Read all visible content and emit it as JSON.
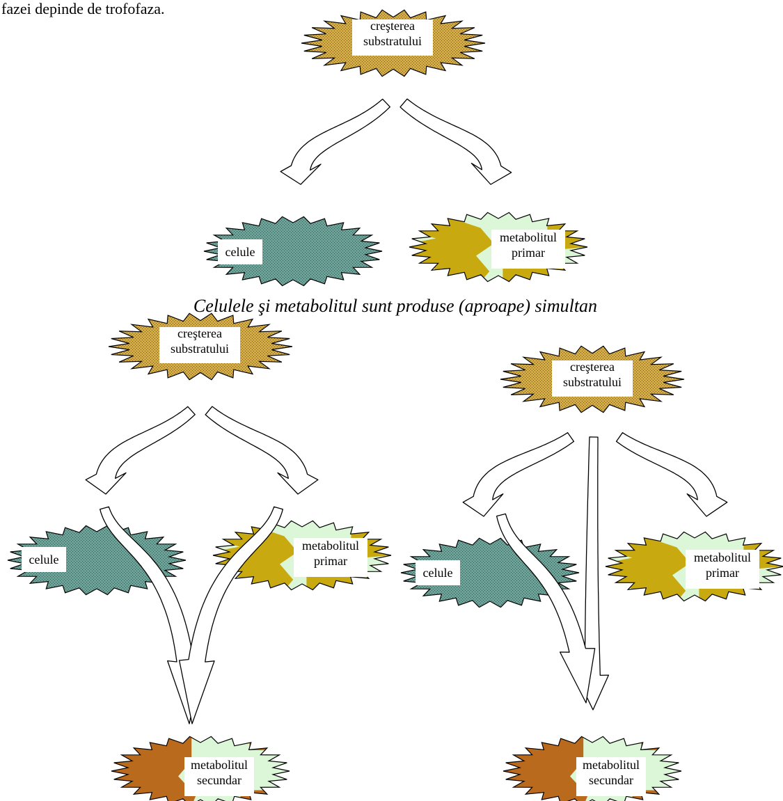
{
  "top_text": "fazei depinde de trofofaza.",
  "caption": "Celulele şi metabolitul sunt produse (aproape) simultan",
  "labels": {
    "substrate_line1": "creşterea",
    "substrate_line2": "substratului",
    "cells": "celule",
    "primary_line1": "metabolitul",
    "primary_line2": "primar",
    "secondary_line1": "metabolitul",
    "secondary_line2": "secundar"
  },
  "colors": {
    "substrate": "#d2a22a",
    "cells": "#5f9a8e",
    "primary_fill": "#c9a910",
    "primary_bg": "#dcf7d8",
    "secondary_fill": "#b96a1c",
    "secondary_bg": "#dcf7d8"
  }
}
